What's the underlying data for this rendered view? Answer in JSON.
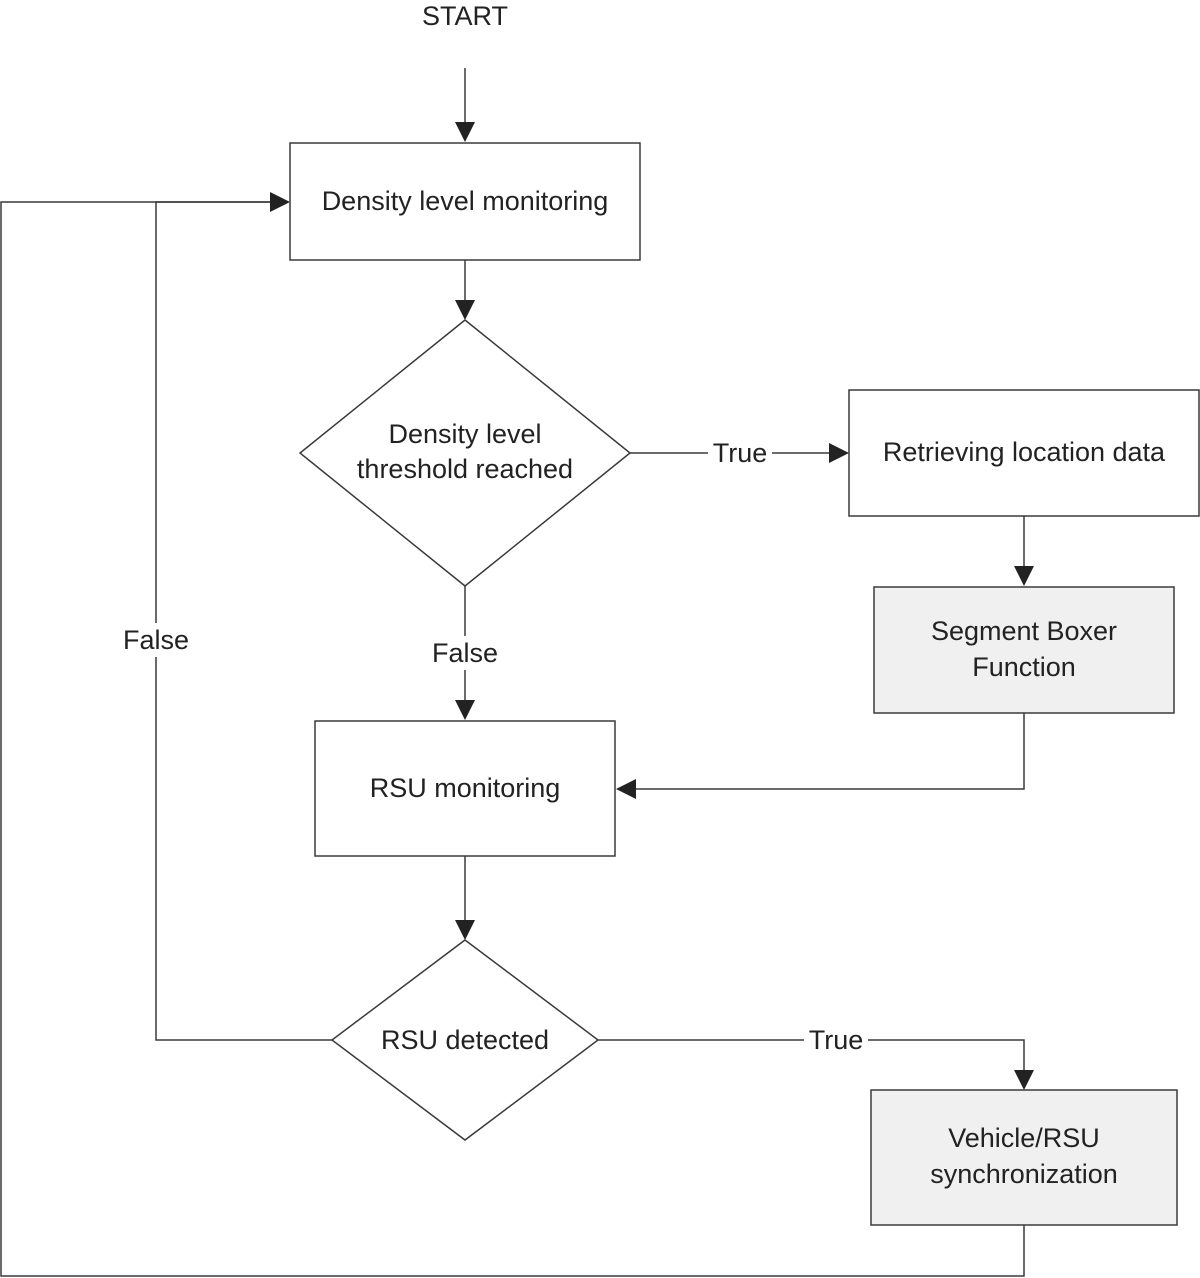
{
  "start_label": "START",
  "nodes": {
    "density_monitoring": "Density level monitoring",
    "threshold_decision": [
      "Density level",
      "threshold reached"
    ],
    "retrieving_location": "Retrieving location data",
    "segment_boxer": [
      "Segment Boxer",
      "Function"
    ],
    "rsu_monitoring": "RSU monitoring",
    "rsu_detected": "RSU detected",
    "vehicle_sync": [
      "Vehicle/RSU",
      "synchronization"
    ]
  },
  "edge_labels": {
    "threshold_true": "True",
    "threshold_false": "False",
    "rsu_true": "True",
    "rsu_false": "False"
  },
  "colors": {
    "line": "#3a3a3a",
    "text": "#222222",
    "shaded_fill": "#f0f0f0"
  }
}
